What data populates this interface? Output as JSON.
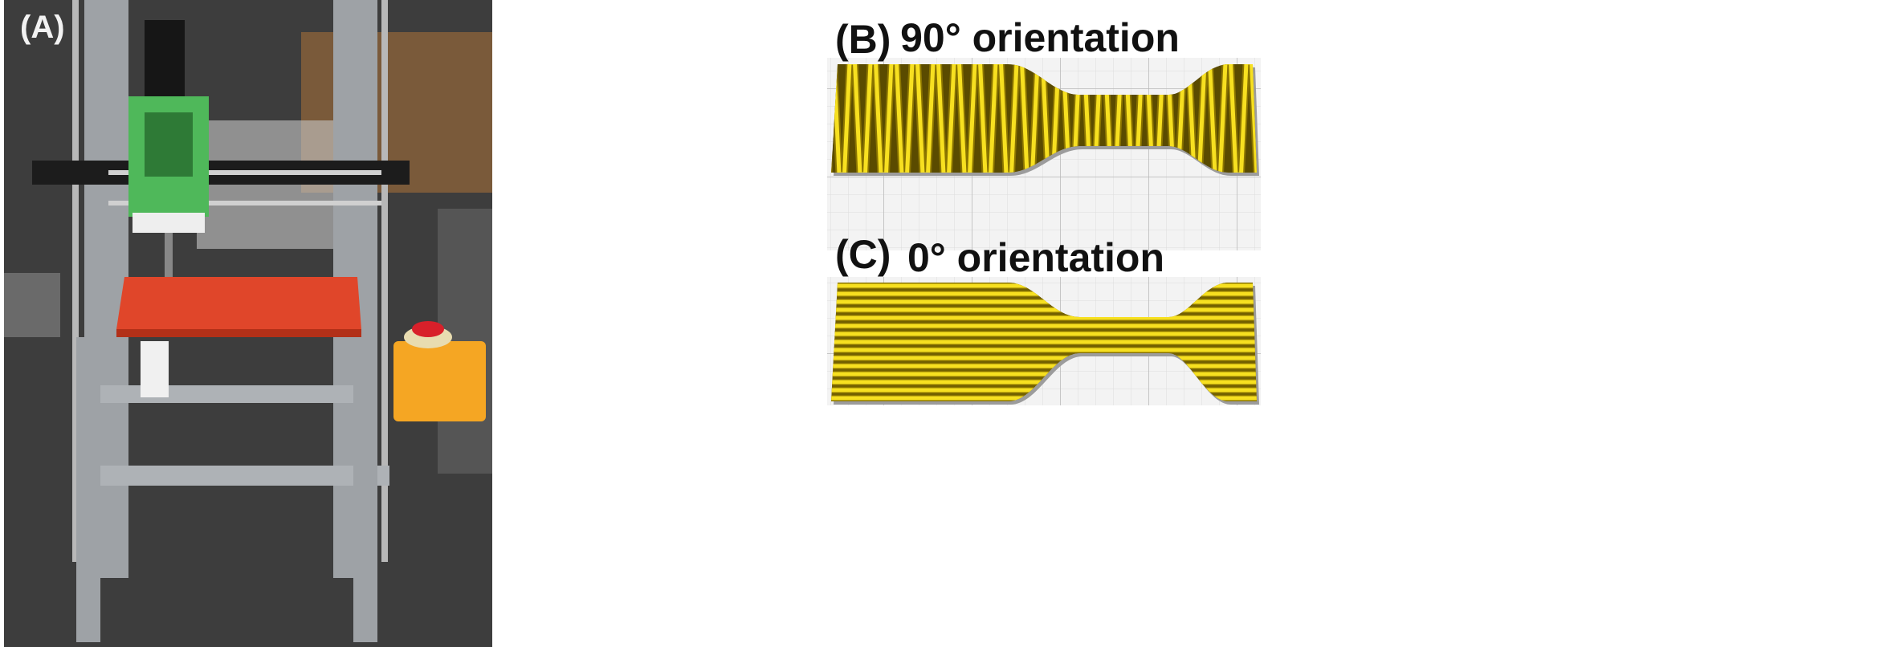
{
  "panels": {
    "a": {
      "label": "(A)"
    },
    "b": {
      "label": "(B)",
      "title": "90° orientation"
    },
    "c": {
      "label": "(C)",
      "title": "0° orientation"
    }
  },
  "colors": {
    "filament": "#f7e020",
    "filament_edge": "#8a7400",
    "specimen_shadow": "#9c9c9c",
    "grid_bg": "#f1f1f1",
    "grid_line": "#cfcfcf",
    "print_bed": "#e0462a",
    "carriage": "#4fb85a",
    "estop_box": "#f5a623"
  }
}
